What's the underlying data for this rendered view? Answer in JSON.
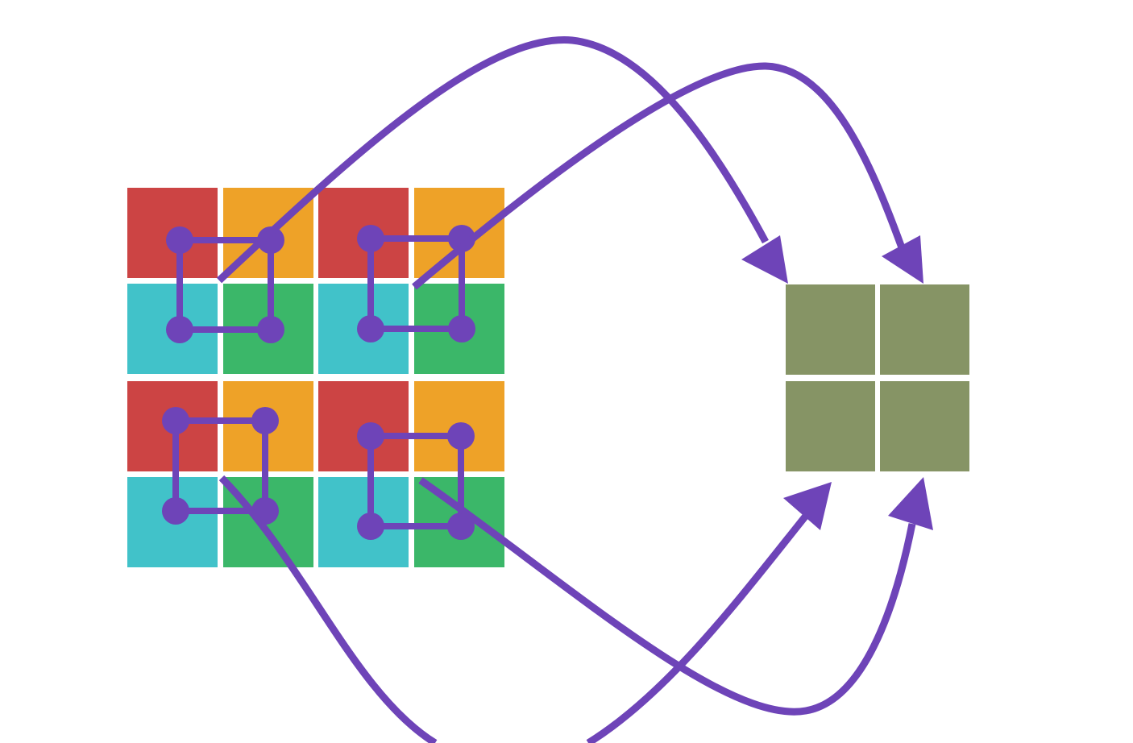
{
  "colors": {
    "background": "#ffffff",
    "red": "#cc4444",
    "orange": "#eea228",
    "teal": "#41c2c9",
    "green": "#3bb769",
    "output": "#869465",
    "accent": "#6e44b8"
  },
  "input_grid": {
    "rows": 4,
    "cols": 4,
    "cells": [
      [
        "red",
        "orange",
        "red",
        "orange"
      ],
      [
        "teal",
        "green",
        "teal",
        "green"
      ],
      [
        "red",
        "orange",
        "red",
        "orange"
      ],
      [
        "teal",
        "green",
        "teal",
        "green"
      ]
    ]
  },
  "output_grid": {
    "rows": 2,
    "cols": 2,
    "cells": [
      [
        "output",
        "output"
      ],
      [
        "output",
        "output"
      ]
    ]
  },
  "windows": [
    {
      "id": "top-left",
      "target": "top-left"
    },
    {
      "id": "top-right",
      "target": "top-right"
    },
    {
      "id": "bottom-left",
      "target": "bottom-left"
    },
    {
      "id": "bottom-right",
      "target": "bottom-right"
    }
  ]
}
